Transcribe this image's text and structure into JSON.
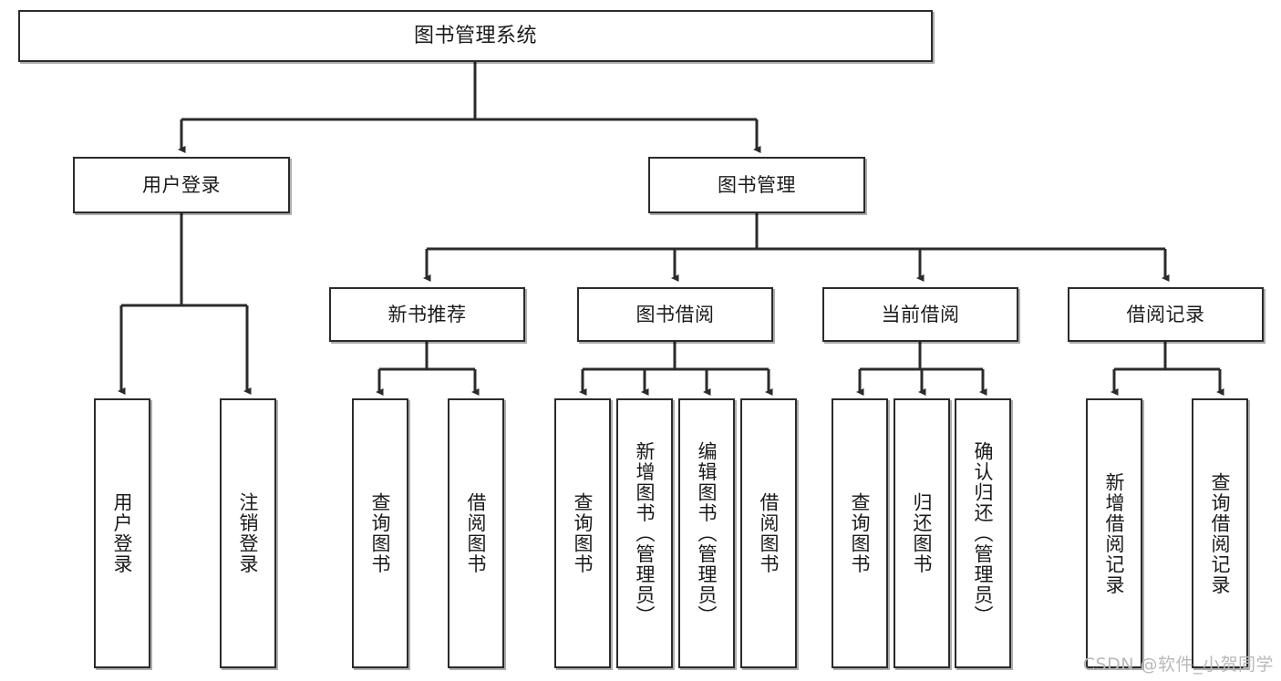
{
  "diagram": {
    "title": "图书管理系统",
    "watermark": "CSDN @软件_小贺同学",
    "edge_color": "#2b2b2b",
    "node_border_color": "#2b2b2b",
    "node_fill_color": "#ffffff",
    "nodes": {
      "root": {
        "label": "图书管理系统"
      },
      "level2": [
        {
          "id": "user-login",
          "label": "用户登录"
        },
        {
          "id": "book-management",
          "label": "图书管理"
        }
      ],
      "level3": [
        {
          "id": "new-book-recommend",
          "label": "新书推荐"
        },
        {
          "id": "book-borrow",
          "label": "图书借阅"
        },
        {
          "id": "current-borrow",
          "label": "当前借阅"
        },
        {
          "id": "borrow-record",
          "label": "借阅记录"
        }
      ],
      "leaves": {
        "user-login": [
          {
            "id": "leaf-user-login",
            "label": "用户登录"
          },
          {
            "id": "leaf-logout-login",
            "label": "注销登录"
          }
        ],
        "new-book-recommend": [
          {
            "id": "leaf-query-book-1",
            "label": "查询图书"
          },
          {
            "id": "leaf-borrow-book-1",
            "label": "借阅图书"
          }
        ],
        "book-borrow": [
          {
            "id": "leaf-query-book-2",
            "label": "查询图书"
          },
          {
            "id": "leaf-add-book",
            "label": "新增图书（管理员）"
          },
          {
            "id": "leaf-edit-book",
            "label": "编辑图书（管理员）"
          },
          {
            "id": "leaf-borrow-book-2",
            "label": "借阅图书"
          }
        ],
        "current-borrow": [
          {
            "id": "leaf-query-book-3",
            "label": "查询图书"
          },
          {
            "id": "leaf-return-book",
            "label": "归还图书"
          },
          {
            "id": "leaf-confirm-return",
            "label": "确认归还（管理员）"
          }
        ],
        "borrow-record": [
          {
            "id": "leaf-add-borrow-record",
            "label": "新增借阅记录"
          },
          {
            "id": "leaf-query-borrow-record",
            "label": "查询借阅记录"
          }
        ]
      }
    }
  }
}
